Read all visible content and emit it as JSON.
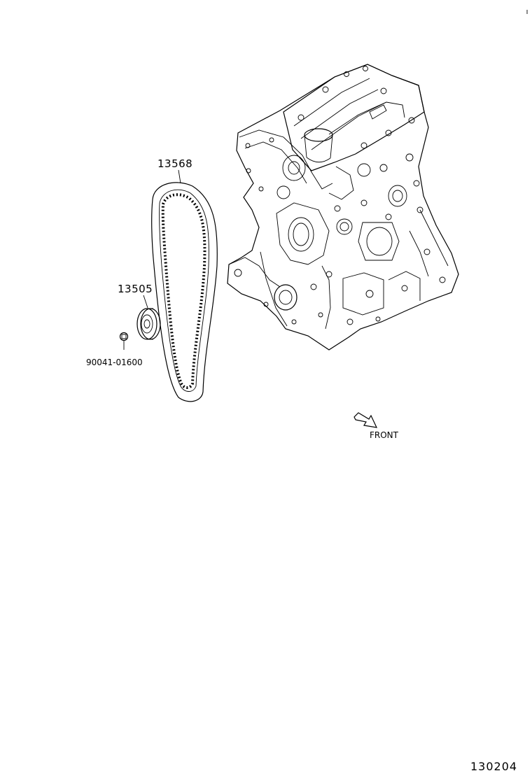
{
  "labels": {
    "belt": "13568",
    "idler": "13505",
    "bolt": "90041-01600",
    "direction": "FRONT",
    "diagram_no": "130204"
  },
  "icons": {
    "engine": "engine-block-icon",
    "belt": "timing-belt-icon",
    "idler": "idler-pulley-icon",
    "bolt": "bolt-icon",
    "arrow": "front-arrow-icon"
  }
}
